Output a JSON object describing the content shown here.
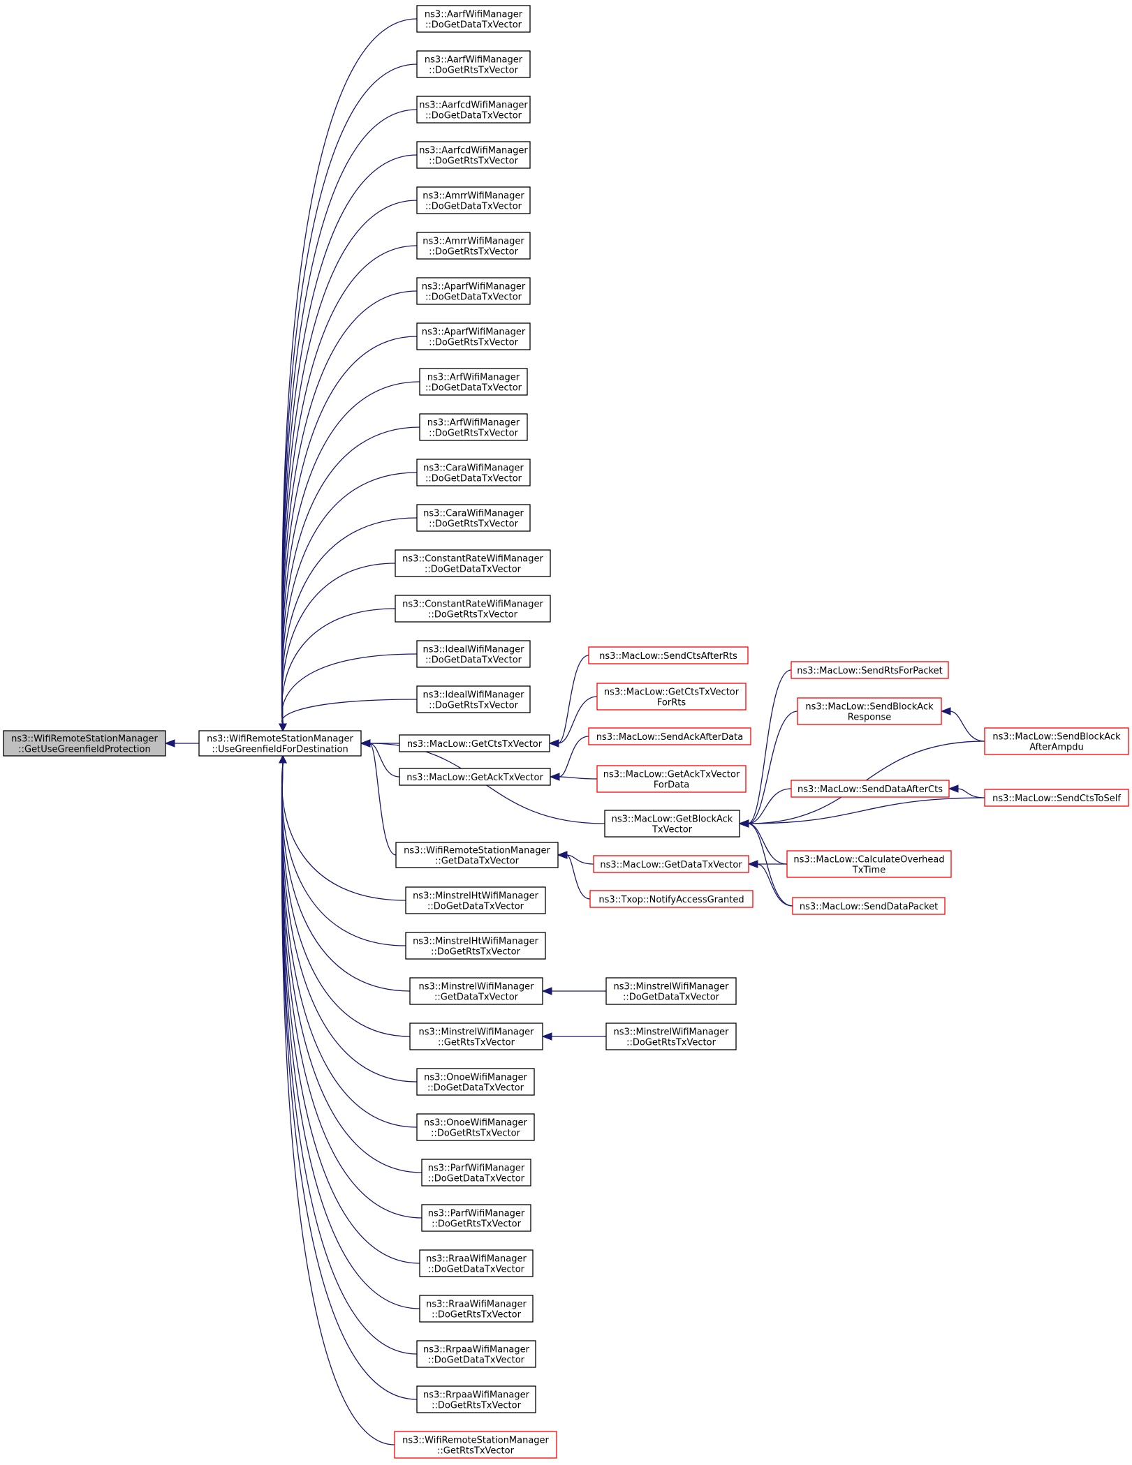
{
  "colors": {
    "edge": "#191970",
    "border": "#000000",
    "incomplete_border": "#ff0000",
    "root_fill": "#bfbfbf",
    "background": "#ffffff"
  },
  "nodes": [
    {
      "id": "root",
      "lines": [
        "ns3::WifiRemoteStationManager",
        "::GetUseGreenfieldProtection"
      ],
      "style": "root"
    },
    {
      "id": "ugfd",
      "lines": [
        "ns3::WifiRemoteStationManager",
        "::UseGreenfieldForDestination"
      ],
      "style": "normal"
    },
    {
      "id": "aarf_data",
      "lines": [
        "ns3::AarfWifiManager",
        "::DoGetDataTxVector"
      ],
      "style": "normal"
    },
    {
      "id": "aarf_rts",
      "lines": [
        "ns3::AarfWifiManager",
        "::DoGetRtsTxVector"
      ],
      "style": "normal"
    },
    {
      "id": "aarfcd_data",
      "lines": [
        "ns3::AarfcdWifiManager",
        "::DoGetDataTxVector"
      ],
      "style": "normal"
    },
    {
      "id": "aarfcd_rts",
      "lines": [
        "ns3::AarfcdWifiManager",
        "::DoGetRtsTxVector"
      ],
      "style": "normal"
    },
    {
      "id": "amrr_data",
      "lines": [
        "ns3::AmrrWifiManager",
        "::DoGetDataTxVector"
      ],
      "style": "normal"
    },
    {
      "id": "amrr_rts",
      "lines": [
        "ns3::AmrrWifiManager",
        "::DoGetRtsTxVector"
      ],
      "style": "normal"
    },
    {
      "id": "aparf_data",
      "lines": [
        "ns3::AparfWifiManager",
        "::DoGetDataTxVector"
      ],
      "style": "normal"
    },
    {
      "id": "aparf_rts",
      "lines": [
        "ns3::AparfWifiManager",
        "::DoGetRtsTxVector"
      ],
      "style": "normal"
    },
    {
      "id": "arf_data",
      "lines": [
        "ns3::ArfWifiManager",
        "::DoGetDataTxVector"
      ],
      "style": "normal"
    },
    {
      "id": "arf_rts",
      "lines": [
        "ns3::ArfWifiManager",
        "::DoGetRtsTxVector"
      ],
      "style": "normal"
    },
    {
      "id": "cara_data",
      "lines": [
        "ns3::CaraWifiManager",
        "::DoGetDataTxVector"
      ],
      "style": "normal"
    },
    {
      "id": "cara_rts",
      "lines": [
        "ns3::CaraWifiManager",
        "::DoGetRtsTxVector"
      ],
      "style": "normal"
    },
    {
      "id": "const_data",
      "lines": [
        "ns3::ConstantRateWifiManager",
        "::DoGetDataTxVector"
      ],
      "style": "normal"
    },
    {
      "id": "const_rts",
      "lines": [
        "ns3::ConstantRateWifiManager",
        "::DoGetRtsTxVector"
      ],
      "style": "normal"
    },
    {
      "id": "ideal_data",
      "lines": [
        "ns3::IdealWifiManager",
        "::DoGetDataTxVector"
      ],
      "style": "normal"
    },
    {
      "id": "ideal_rts",
      "lines": [
        "ns3::IdealWifiManager",
        "::DoGetRtsTxVector"
      ],
      "style": "normal"
    },
    {
      "id": "getcts",
      "lines": [
        "ns3::MacLow::GetCtsTxVector"
      ],
      "style": "normal"
    },
    {
      "id": "getack",
      "lines": [
        "ns3::MacLow::GetAckTxVector"
      ],
      "style": "normal"
    },
    {
      "id": "getblockack",
      "lines": [
        "ns3::MacLow::GetBlockAck",
        "TxVector"
      ],
      "style": "normal"
    },
    {
      "id": "wrsm_getdata",
      "lines": [
        "ns3::WifiRemoteStationManager",
        "::GetDataTxVector"
      ],
      "style": "normal"
    },
    {
      "id": "mht_data",
      "lines": [
        "ns3::MinstrelHtWifiManager",
        "::DoGetDataTxVector"
      ],
      "style": "normal"
    },
    {
      "id": "mht_rts",
      "lines": [
        "ns3::MinstrelHtWifiManager",
        "::DoGetRtsTxVector"
      ],
      "style": "normal"
    },
    {
      "id": "min_getdata",
      "lines": [
        "ns3::MinstrelWifiManager",
        "::GetDataTxVector"
      ],
      "style": "normal"
    },
    {
      "id": "min_getrts",
      "lines": [
        "ns3::MinstrelWifiManager",
        "::GetRtsTxVector"
      ],
      "style": "normal"
    },
    {
      "id": "onoe_data",
      "lines": [
        "ns3::OnoeWifiManager",
        "::DoGetDataTxVector"
      ],
      "style": "normal"
    },
    {
      "id": "onoe_rts",
      "lines": [
        "ns3::OnoeWifiManager",
        "::DoGetRtsTxVector"
      ],
      "style": "normal"
    },
    {
      "id": "parf_data",
      "lines": [
        "ns3::ParfWifiManager",
        "::DoGetDataTxVector"
      ],
      "style": "normal"
    },
    {
      "id": "parf_rts",
      "lines": [
        "ns3::ParfWifiManager",
        "::DoGetRtsTxVector"
      ],
      "style": "normal"
    },
    {
      "id": "rraa_data",
      "lines": [
        "ns3::RraaWifiManager",
        "::DoGetDataTxVector"
      ],
      "style": "normal"
    },
    {
      "id": "rraa_rts",
      "lines": [
        "ns3::RraaWifiManager",
        "::DoGetRtsTxVector"
      ],
      "style": "normal"
    },
    {
      "id": "rrpaa_data",
      "lines": [
        "ns3::RrpaaWifiManager",
        "::DoGetDataTxVector"
      ],
      "style": "normal"
    },
    {
      "id": "rrpaa_rts",
      "lines": [
        "ns3::RrpaaWifiManager",
        "::DoGetRtsTxVector"
      ],
      "style": "normal"
    },
    {
      "id": "wrsm_getrts",
      "lines": [
        "ns3::WifiRemoteStationManager",
        "::GetRtsTxVector"
      ],
      "style": "incomplete"
    },
    {
      "id": "sendctsafterrts",
      "lines": [
        "ns3::MacLow::SendCtsAfterRts"
      ],
      "style": "incomplete"
    },
    {
      "id": "getctsforrts",
      "lines": [
        "ns3::MacLow::GetCtsTxVector",
        "ForRts"
      ],
      "style": "incomplete"
    },
    {
      "id": "sendackafterdata",
      "lines": [
        "ns3::MacLow::SendAckAfterData"
      ],
      "style": "incomplete"
    },
    {
      "id": "getackfordata",
      "lines": [
        "ns3::MacLow::GetAckTxVector",
        "ForData"
      ],
      "style": "incomplete"
    },
    {
      "id": "maclow_getdata",
      "lines": [
        "ns3::MacLow::GetDataTxVector"
      ],
      "style": "incomplete"
    },
    {
      "id": "txop_notify",
      "lines": [
        "ns3::Txop::NotifyAccessGranted"
      ],
      "style": "incomplete"
    },
    {
      "id": "minst_dodata",
      "lines": [
        "ns3::MinstrelWifiManager",
        "::DoGetDataTxVector"
      ],
      "style": "normal"
    },
    {
      "id": "minst_dorts",
      "lines": [
        "ns3::MinstrelWifiManager",
        "::DoGetRtsTxVector"
      ],
      "style": "normal"
    },
    {
      "id": "sendrtsforpacket",
      "lines": [
        "ns3::MacLow::SendRtsForPacket"
      ],
      "style": "incomplete"
    },
    {
      "id": "sendblockackresp",
      "lines": [
        "ns3::MacLow::SendBlockAck",
        "Response"
      ],
      "style": "incomplete"
    },
    {
      "id": "senddataaftercts",
      "lines": [
        "ns3::MacLow::SendDataAfterCts"
      ],
      "style": "incomplete"
    },
    {
      "id": "calcoverhead",
      "lines": [
        "ns3::MacLow::CalculateOverhead",
        "TxTime"
      ],
      "style": "incomplete"
    },
    {
      "id": "senddatapacket",
      "lines": [
        "ns3::MacLow::SendDataPacket"
      ],
      "style": "incomplete"
    },
    {
      "id": "sendblockackampdu",
      "lines": [
        "ns3::MacLow::SendBlockAck",
        "AfterAmpdu"
      ],
      "style": "incomplete"
    },
    {
      "id": "sendctstoself",
      "lines": [
        "ns3::MacLow::SendCtsToSelf"
      ],
      "style": "incomplete"
    }
  ],
  "edges": [
    [
      "ugfd",
      "root"
    ],
    [
      "aarf_data",
      "ugfd"
    ],
    [
      "aarf_rts",
      "ugfd"
    ],
    [
      "aarfcd_data",
      "ugfd"
    ],
    [
      "aarfcd_rts",
      "ugfd"
    ],
    [
      "amrr_data",
      "ugfd"
    ],
    [
      "amrr_rts",
      "ugfd"
    ],
    [
      "aparf_data",
      "ugfd"
    ],
    [
      "aparf_rts",
      "ugfd"
    ],
    [
      "arf_data",
      "ugfd"
    ],
    [
      "arf_rts",
      "ugfd"
    ],
    [
      "cara_data",
      "ugfd"
    ],
    [
      "cara_rts",
      "ugfd"
    ],
    [
      "const_data",
      "ugfd"
    ],
    [
      "const_rts",
      "ugfd"
    ],
    [
      "ideal_data",
      "ugfd"
    ],
    [
      "ideal_rts",
      "ugfd"
    ],
    [
      "getcts",
      "ugfd"
    ],
    [
      "getack",
      "ugfd"
    ],
    [
      "getblockack",
      "ugfd"
    ],
    [
      "wrsm_getdata",
      "ugfd"
    ],
    [
      "mht_data",
      "ugfd"
    ],
    [
      "mht_rts",
      "ugfd"
    ],
    [
      "min_getdata",
      "ugfd"
    ],
    [
      "min_getrts",
      "ugfd"
    ],
    [
      "onoe_data",
      "ugfd"
    ],
    [
      "onoe_rts",
      "ugfd"
    ],
    [
      "parf_data",
      "ugfd"
    ],
    [
      "parf_rts",
      "ugfd"
    ],
    [
      "rraa_data",
      "ugfd"
    ],
    [
      "rraa_rts",
      "ugfd"
    ],
    [
      "rrpaa_data",
      "ugfd"
    ],
    [
      "rrpaa_rts",
      "ugfd"
    ],
    [
      "wrsm_getrts",
      "ugfd"
    ],
    [
      "sendctsafterrts",
      "getcts"
    ],
    [
      "getctsforrts",
      "getcts"
    ],
    [
      "sendackafterdata",
      "getack"
    ],
    [
      "getackfordata",
      "getack"
    ],
    [
      "maclow_getdata",
      "wrsm_getdata"
    ],
    [
      "txop_notify",
      "wrsm_getdata"
    ],
    [
      "minst_dodata",
      "min_getdata"
    ],
    [
      "minst_dorts",
      "min_getrts"
    ],
    [
      "sendrtsforpacket",
      "getblockack"
    ],
    [
      "sendblockackresp",
      "getblockack"
    ],
    [
      "sendblockackampdu",
      "getblockack"
    ],
    [
      "senddataaftercts",
      "getblockack"
    ],
    [
      "sendctstoself",
      "getblockack"
    ],
    [
      "calcoverhead",
      "getblockack"
    ],
    [
      "senddatapacket",
      "getblockack"
    ],
    [
      "sendblockackampdu",
      "sendblockackresp"
    ],
    [
      "sendctstoself",
      "senddataaftercts"
    ],
    [
      "calcoverhead",
      "maclow_getdata"
    ],
    [
      "senddatapacket",
      "maclow_getdata"
    ]
  ]
}
